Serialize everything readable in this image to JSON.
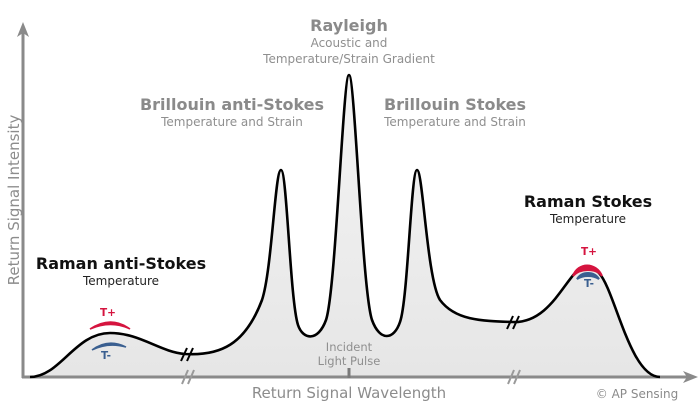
{
  "axes": {
    "y_label": "Return Signal Intensity",
    "x_label": "Return Signal Wavelength"
  },
  "peaks": {
    "rayleigh": {
      "title": "Rayleigh",
      "line1": "Acoustic and",
      "line2": "Temperature/Strain Gradient"
    },
    "brillouin_anti_stokes": {
      "title": "Brillouin anti-Stokes",
      "subtitle": "Temperature and Strain"
    },
    "brillouin_stokes": {
      "title": "Brillouin Stokes",
      "subtitle": "Temperature and Strain"
    },
    "raman_anti_stokes": {
      "title": "Raman anti-Stokes",
      "subtitle": "Temperature",
      "t_plus": "T+",
      "t_minus": "T-"
    },
    "raman_stokes": {
      "title": "Raman Stokes",
      "subtitle": "Temperature",
      "t_plus": "T+",
      "t_minus": "T-"
    }
  },
  "incident": {
    "line1": "Incident",
    "line2": "Light Pulse"
  },
  "copyright": "© AP Sensing",
  "colors": {
    "curve": "#000000",
    "fill": "#ececec",
    "axis": "#8a8a8a",
    "t_plus": "#d5143f",
    "t_minus": "#3a5f90"
  }
}
